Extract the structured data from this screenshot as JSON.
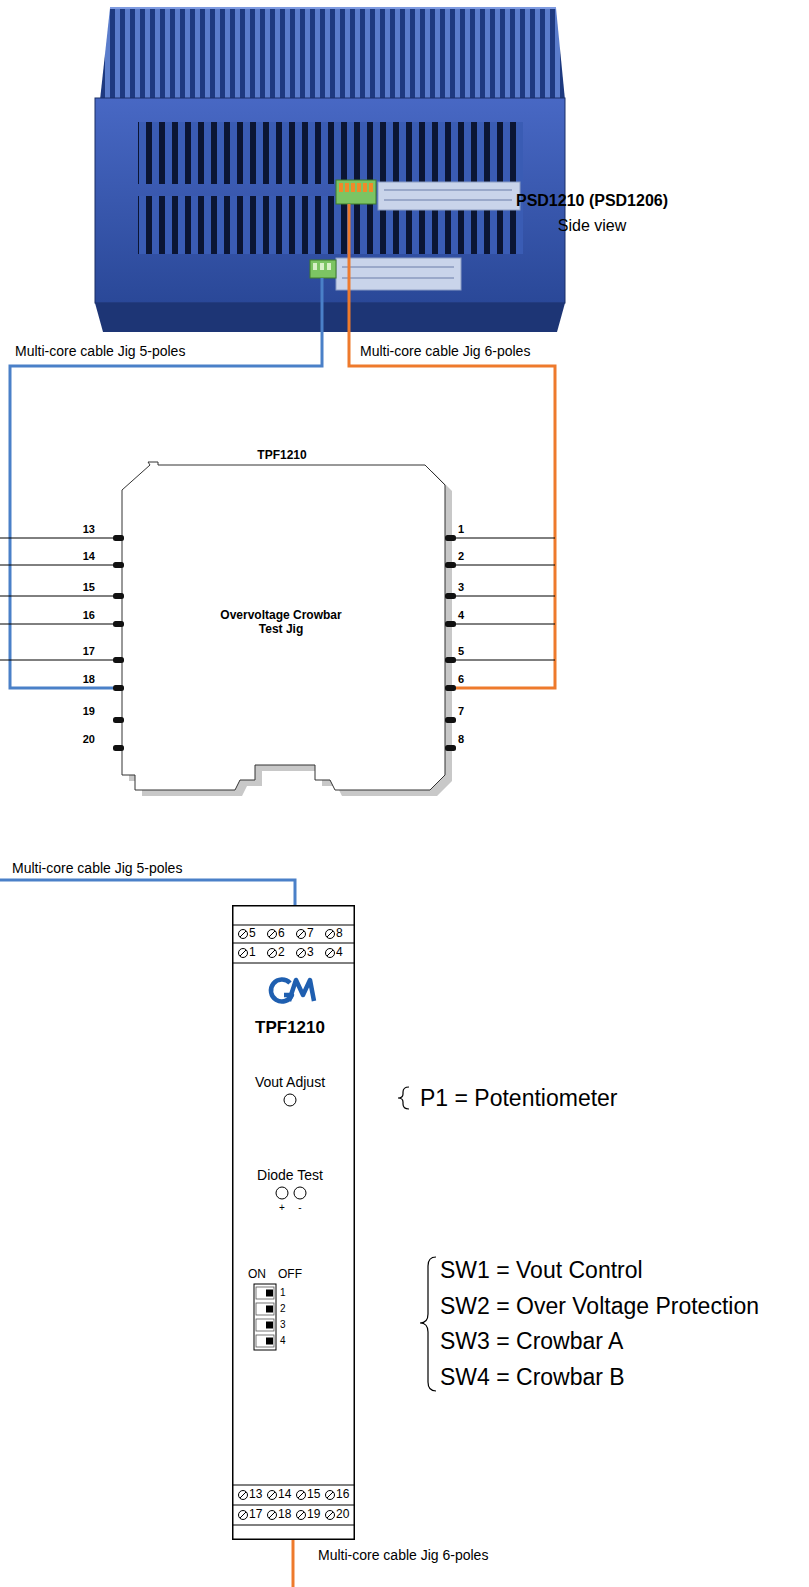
{
  "diagram": {
    "nodes": [
      {
        "text": [
          "TPF1210",
          "Overvoltage Crowbar Test Jig"
        ]
      },
      {
        "text": [
          "TPF1210",
          "Vout Adjust",
          "Diode Test"
        ]
      }
    ],
    "labels": [
      "PSD1210 (PSD1206)",
      "Side view",
      "Multi-core cable Jig 5-poles",
      "Multi-core cable Jig 6-poles",
      "13",
      "14",
      "15",
      "16",
      "17",
      "18",
      "19",
      "20",
      "1",
      "2",
      "3",
      "4",
      "5",
      "6",
      "7",
      "8",
      "Multi-core cable Jig 5-poles",
      "5",
      "6",
      "7",
      "8",
      "1",
      "2",
      "3",
      "4",
      "+",
      "-",
      "ON",
      "OFF",
      "1",
      "2",
      "3",
      "4",
      "13",
      "14",
      "15",
      "16",
      "17",
      "18",
      "19",
      "20",
      "Multi-core cable Jig 6-poles",
      "P1 = Potentiometer",
      "SW1 = Vout Control",
      "SW2 = Over Voltage Protection",
      "SW3 = Crowbar A",
      "SW4 = Crowbar B"
    ]
  }
}
